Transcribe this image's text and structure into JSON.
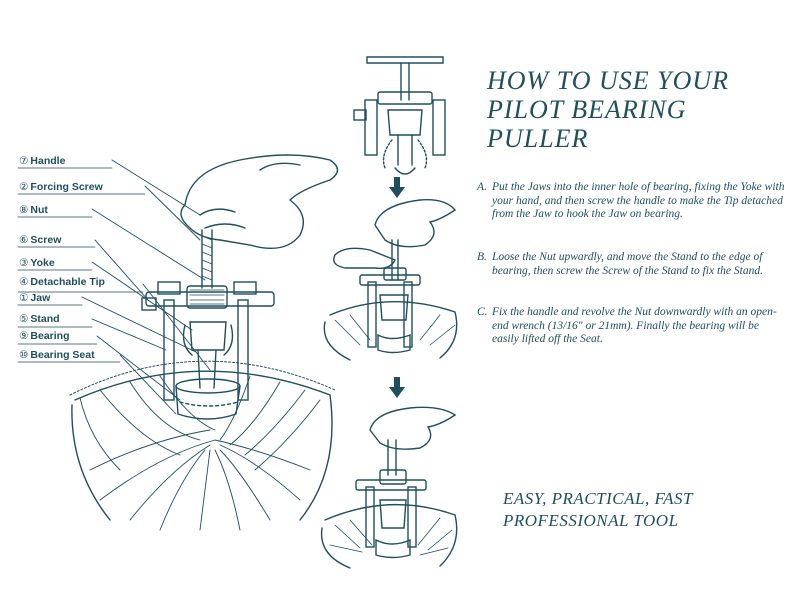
{
  "title": {
    "line1": "HOW TO USE YOUR",
    "line2": "PILOT BEARING",
    "line3": "PULLER"
  },
  "steps": [
    {
      "letter": "A.",
      "text": "Put the Jaws into the inner hole of bearing, fixing the Yoke with your hand, and then screw the handle to make the Tip detached from the Jaw to hook the Jaw on bearing."
    },
    {
      "letter": "B.",
      "text": "Loose the Nut upwardly, and move the Stand to the edge of bearing, then screw the Screw of the Stand to fix the Stand."
    },
    {
      "letter": "C.",
      "text": "Fix the handle and revolve the Nut downwardly with an open-end wrench (13/16\" or 21mm). Finally the bearing will be easily lifted off the Seat."
    }
  ],
  "tagline": {
    "line1": "EASY, PRACTICAL, FAST",
    "line2": "PROFESSIONAL TOOL"
  },
  "parts": [
    {
      "num": "⑦",
      "name": "Handle"
    },
    {
      "num": "②",
      "name": "Forcing Screw"
    },
    {
      "num": "⑧",
      "name": "Nut"
    },
    {
      "num": "⑥",
      "name": "Screw"
    },
    {
      "num": "③",
      "name": "Yoke"
    },
    {
      "num": "④",
      "name": "Detachable Tip"
    },
    {
      "num": "①",
      "name": "Jaw"
    },
    {
      "num": "⑤",
      "name": "Stand"
    },
    {
      "num": "⑨",
      "name": "Bearing"
    },
    {
      "num": "⑩",
      "name": "Bearing Seat"
    }
  ],
  "colors": {
    "ink": "#1f4f5e",
    "background": "#ffffff"
  }
}
